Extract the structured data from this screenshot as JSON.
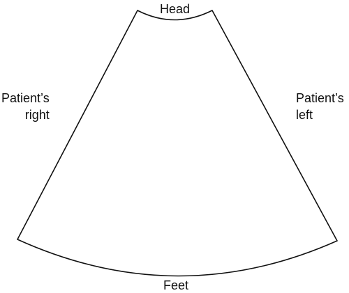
{
  "labels": {
    "head": "Head",
    "feet": "Feet",
    "patient_right": [
      "Patient’s",
      "right"
    ],
    "patient_left": [
      "Patient’s",
      "left"
    ]
  },
  "colors": {
    "outline": "#111111",
    "background": "#ffffff"
  }
}
